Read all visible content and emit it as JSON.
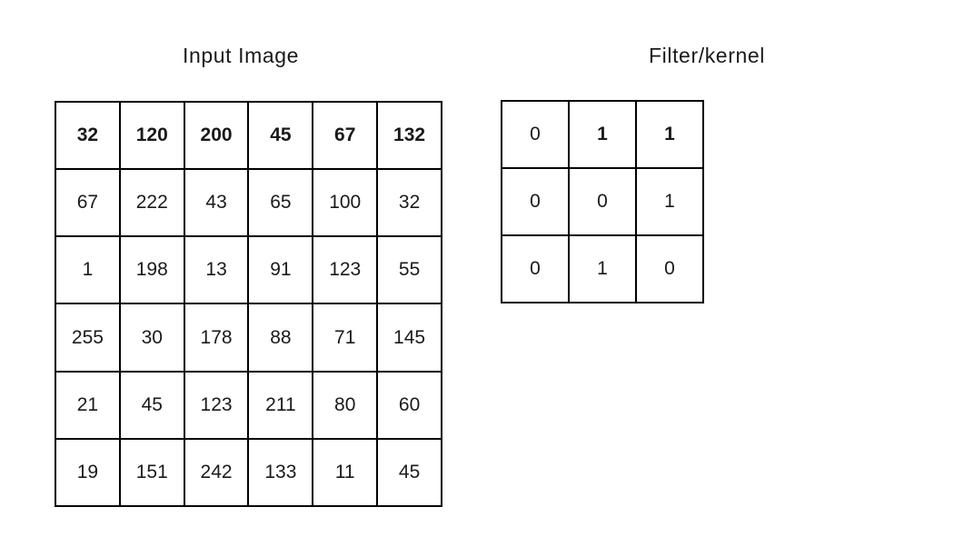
{
  "colors": {
    "background": "#ffffff",
    "text": "#1a1a1a",
    "grid_border": "#000000"
  },
  "input_image": {
    "title": "Input Image",
    "rows": [
      [
        "32",
        "120",
        "200",
        "45",
        "67",
        "132"
      ],
      [
        "67",
        "222",
        "43",
        "65",
        "100",
        "32"
      ],
      [
        "1",
        "198",
        "13",
        "91",
        "123",
        "55"
      ],
      [
        "255",
        "30",
        "178",
        "88",
        "71",
        "145"
      ],
      [
        "21",
        "45",
        "123",
        "211",
        "80",
        "60"
      ],
      [
        "19",
        "151",
        "242",
        "133",
        "11",
        "45"
      ]
    ],
    "bold_rows": [
      0
    ],
    "bold_cells": []
  },
  "kernel": {
    "title": "Filter/kernel",
    "rows": [
      [
        "0",
        "1",
        "1"
      ],
      [
        "0",
        "0",
        "1"
      ],
      [
        "0",
        "1",
        "0"
      ]
    ],
    "bold_rows": [],
    "bold_cells": [
      [
        0,
        1
      ],
      [
        0,
        2
      ]
    ]
  }
}
